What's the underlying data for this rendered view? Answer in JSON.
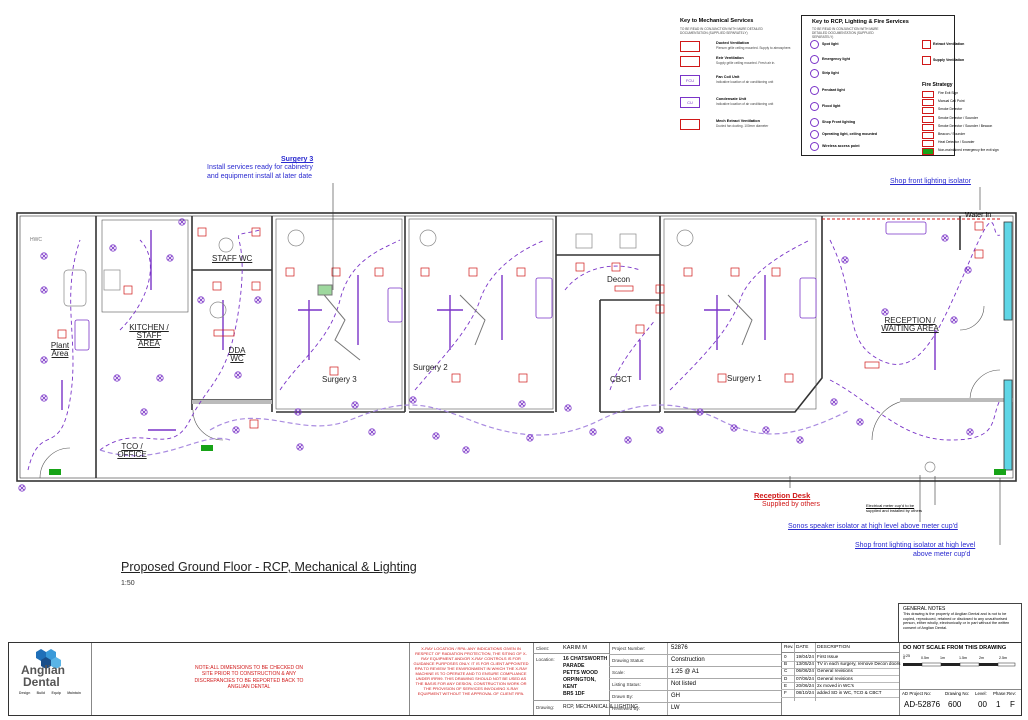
{
  "mech_key": {
    "title": "Key to Mechanical Services",
    "note": "TO BE READ IN CONJUNCTION WITH M&RE DETAILED DOCUMENTATION (SUPPLIED SEPARATELY)",
    "items": [
      {
        "symbol": "",
        "label": "Ducted Ventilation",
        "desc": "Plenum grille ceiling mounted. Supply to atmosphere."
      },
      {
        "symbol": "",
        "label": "Extr Ventilation",
        "desc": "Supply grille ceiling mounted. Fresh air in."
      },
      {
        "symbol": "FCU",
        "label": "Fan Coil Unit",
        "desc": "Indicative location of air conditioning unit"
      },
      {
        "symbol": "CU",
        "label": "Condensate Unit",
        "desc": "Indicative location of air conditioning unit"
      },
      {
        "symbol": "",
        "label": "Mech Extract Ventilation",
        "desc": "Ducted fan ducting. 100mm diameter"
      }
    ]
  },
  "rcp_key": {
    "title": "Key to RCP, Lighting & Fire Services",
    "note": "TO BE READ IN CONJUNCTION WITH M&RE DETAILED DOCUMENTATION (SUPPLIED SEPARATELY)",
    "left_items": [
      "Spot light",
      "Emergency light",
      "Strip light",
      "Pendant light",
      "Flood light",
      "Shop Front lighting",
      "Operating light, ceiling mounted",
      "Wireless access point"
    ],
    "right_items": [
      "Extract Ventilation",
      "Supply Ventilation"
    ],
    "fire_title": "Fire Strategy",
    "fire_items": [
      "Fire Exit Sign",
      "Manual Call Point",
      "Smoke Detector",
      "Smoke Detector / Sounder",
      "Smoke Detector / Sounder / Beacon",
      "Beacon / Sounder",
      "Heat Detector / Sounder",
      "Non-maintained emergency fire exit sign"
    ]
  },
  "annotations": {
    "surgery3_title": "Surgery 3",
    "surgery3_line1": "Install services ready for cabinetry",
    "surgery3_line2": "and equipment install at later date",
    "shop_isolator": "Shop front lighting isolator",
    "water_in": "Water In",
    "reception_desk": "Reception Desk",
    "supplied_by_others": "Supplied by others",
    "sonos": "Sonos speaker isolator at high level above meter cup'd",
    "shop_isolator2_line1": "Shop front lighting isolator at high level",
    "shop_isolator2_line2": "above meter cup'd",
    "electrical_meter": "Electrical meter cup'd to be",
    "electrical_meter2": "supplied and installed by others"
  },
  "rooms": {
    "plant": "Plant Area",
    "kitchen": "KITCHEN / STAFF AREA",
    "staff_wc": "STAFF WC",
    "dda_wc": "DDA WC",
    "surgery3": "Surgery 3",
    "surgery2": "Surgery 2",
    "decon": "Decon",
    "cbct": "CBCT",
    "surgery1": "Surgery 1",
    "reception": "RECEPTION / WAITING AREA",
    "tco": "TCO / OFFICE",
    "hwc": "HWC"
  },
  "drawing_title": "Proposed Ground Floor  - RCP, Mechanical & Lighting",
  "drawing_scale": "1:50",
  "general_notes": {
    "title": "GENERAL NOTES",
    "body": "This drawing is the property of Anglian Dental and is not to be copied, reproduced, retained or disclosed to any unauthorised person, either wholly, electronically or in part without the written consent of Anglian Dental.",
    "do_not_scale": "DO NOT SCALE FROM THIS DRAWING",
    "scale_labels": [
      "1:25",
      "0",
      "0.5m",
      "1m",
      "1.5m",
      "2m",
      "2.5m"
    ]
  },
  "logo": {
    "name1": "Anglian",
    "name2": "Dental",
    "tags": [
      "Design",
      "Build",
      "Equip",
      "Maintain"
    ]
  },
  "note_red": "NOTE:ALL DIMENSIONS TO BE CHECKED ON SITE PRIOR TO CONSTRUCTION & ANY DISCREPANCIES TO BE REPORTED BACK TO ANGLIAN DENTAL",
  "xray_note": "X-RAY LOCATION / RPA: ANY INDICATIONS GIVEN IN RESPECT OF RADIATION PROTECTION, THE SITING OF X-RAY EQUIPMENT AND/OR X-RAY CONTROLS IS FOR GUIDANCE PURPOSES ONLY. IT IS FOR CLIENT APPOINTED RPA TO REVIEW THE ENVIRONMENT IN WHICH THE X-RAY MACHINE IS TO OPERATE AND TO ENSURE COMPLIANCE UNDER IRR99. THIS DRAWING SHOULD NOT BE USED AS THE BASIS FOR ANY DESIGN, CONSTRUCTION WORK OR THE PROVISION OF SERVICES INVOLVING X-RAY EQUIPMENT WITHOUT THE APPROVAL OF CLIENT RPA.",
  "project": {
    "client_label": "Client:",
    "client": "KARIM M",
    "location_label": "Location:",
    "location": [
      "16 CHATSWORTH PARADE",
      "PETTS WOOD",
      "ORPINGTON, KENT",
      "BR5 1DF"
    ],
    "drawing_label": "Drawing:",
    "drawing": "RCP, MECHANICAL & LIGHTING",
    "project_number_label": "Project Number:",
    "project_number": "52876",
    "status_label": "Drawing Status:",
    "status": "Construction",
    "scale_label": "Scale:",
    "scale": "1:25 @ A1",
    "listing_label": "Listing Status:",
    "listing": "Not listed",
    "drawn_label": "Drawn By:",
    "drawn": "GH",
    "reviewed_label": "Reviewed By:",
    "reviewed": "LW"
  },
  "revisions": {
    "headers": [
      "Rev.",
      "DATE",
      "DESCRIPTION"
    ],
    "rows": [
      [
        "0",
        "19/04/24",
        "First Issue"
      ],
      [
        "B",
        "13/05/24",
        "TV in each surgery, remove Decon doors"
      ],
      [
        "C",
        "06/06/24",
        "General revisions"
      ],
      [
        "D",
        "07/06/24",
        "General revisions"
      ],
      [
        "E",
        "20/06/24",
        "2x moved in WC's"
      ],
      [
        "F",
        "08/10/24",
        "added SD in WC, TCO & CBCT"
      ]
    ]
  },
  "drawing_numbers": {
    "headers": [
      "AD Project No:",
      "Drawing No:",
      "Level:",
      "Phase:",
      "Rev:"
    ],
    "values": [
      "AD-52876",
      "600",
      "00",
      "1",
      "F"
    ]
  },
  "colors": {
    "purple": "#7a34c8",
    "lavender": "#a98be0",
    "red": "#d01818",
    "blue": "#2a2ad0",
    "cyan": "#5fd6e6",
    "green": "#17a317"
  }
}
